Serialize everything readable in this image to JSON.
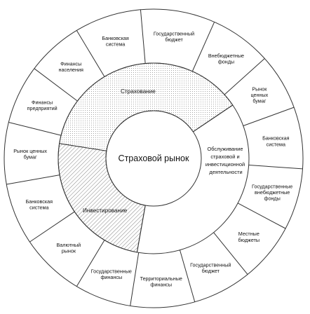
{
  "center": {
    "label": "Страховой рынок"
  },
  "middle_ring": {
    "insurance": "Страхование",
    "investment": "Инвестирование",
    "service": [
      "Обслуживание",
      "страховой и",
      "инвестиционной",
      "деятельности"
    ]
  },
  "outer_ring": [
    {
      "id": "gos-budget-top",
      "lines": [
        "Государственный",
        "бюджет"
      ]
    },
    {
      "id": "vnebyudzh-top",
      "lines": [
        "Внебюджетные",
        "фонды"
      ]
    },
    {
      "id": "rynok-cb-right",
      "lines": [
        "Рынок",
        "ценных",
        "бумаг"
      ]
    },
    {
      "id": "bank-sys-right",
      "lines": [
        "Банковская",
        "система"
      ]
    },
    {
      "id": "gos-vnebyudzh-right",
      "lines": [
        "Государственные",
        "внебюджетные",
        "фонды"
      ]
    },
    {
      "id": "mestnye-budgety",
      "lines": [
        "Местные",
        "бюджеты"
      ]
    },
    {
      "id": "gos-budget-bottom",
      "lines": [
        "Государственный",
        "бюджет"
      ]
    },
    {
      "id": "territorial-fin",
      "lines": [
        "Территориальные",
        "финансы"
      ]
    },
    {
      "id": "gos-finansy",
      "lines": [
        "Государственные",
        "финансы"
      ]
    },
    {
      "id": "valyutny-rynok",
      "lines": [
        "Валютный",
        "рынок"
      ]
    },
    {
      "id": "bank-sys-left",
      "lines": [
        "Банковская",
        "система"
      ]
    },
    {
      "id": "rynok-cb-left",
      "lines": [
        "Рынок ценных",
        "бумаг"
      ]
    },
    {
      "id": "fin-predpriyatiy",
      "lines": [
        "Финансы",
        "предприятий"
      ]
    },
    {
      "id": "fin-naseleniya",
      "lines": [
        "Финансы",
        "населения"
      ]
    },
    {
      "id": "bank-sys-top",
      "lines": [
        "Банковская",
        "система"
      ]
    }
  ],
  "colors": {
    "line": "#333333",
    "dots": "#7a7a7a",
    "hatch": "#777777",
    "background": "#ffffff"
  }
}
